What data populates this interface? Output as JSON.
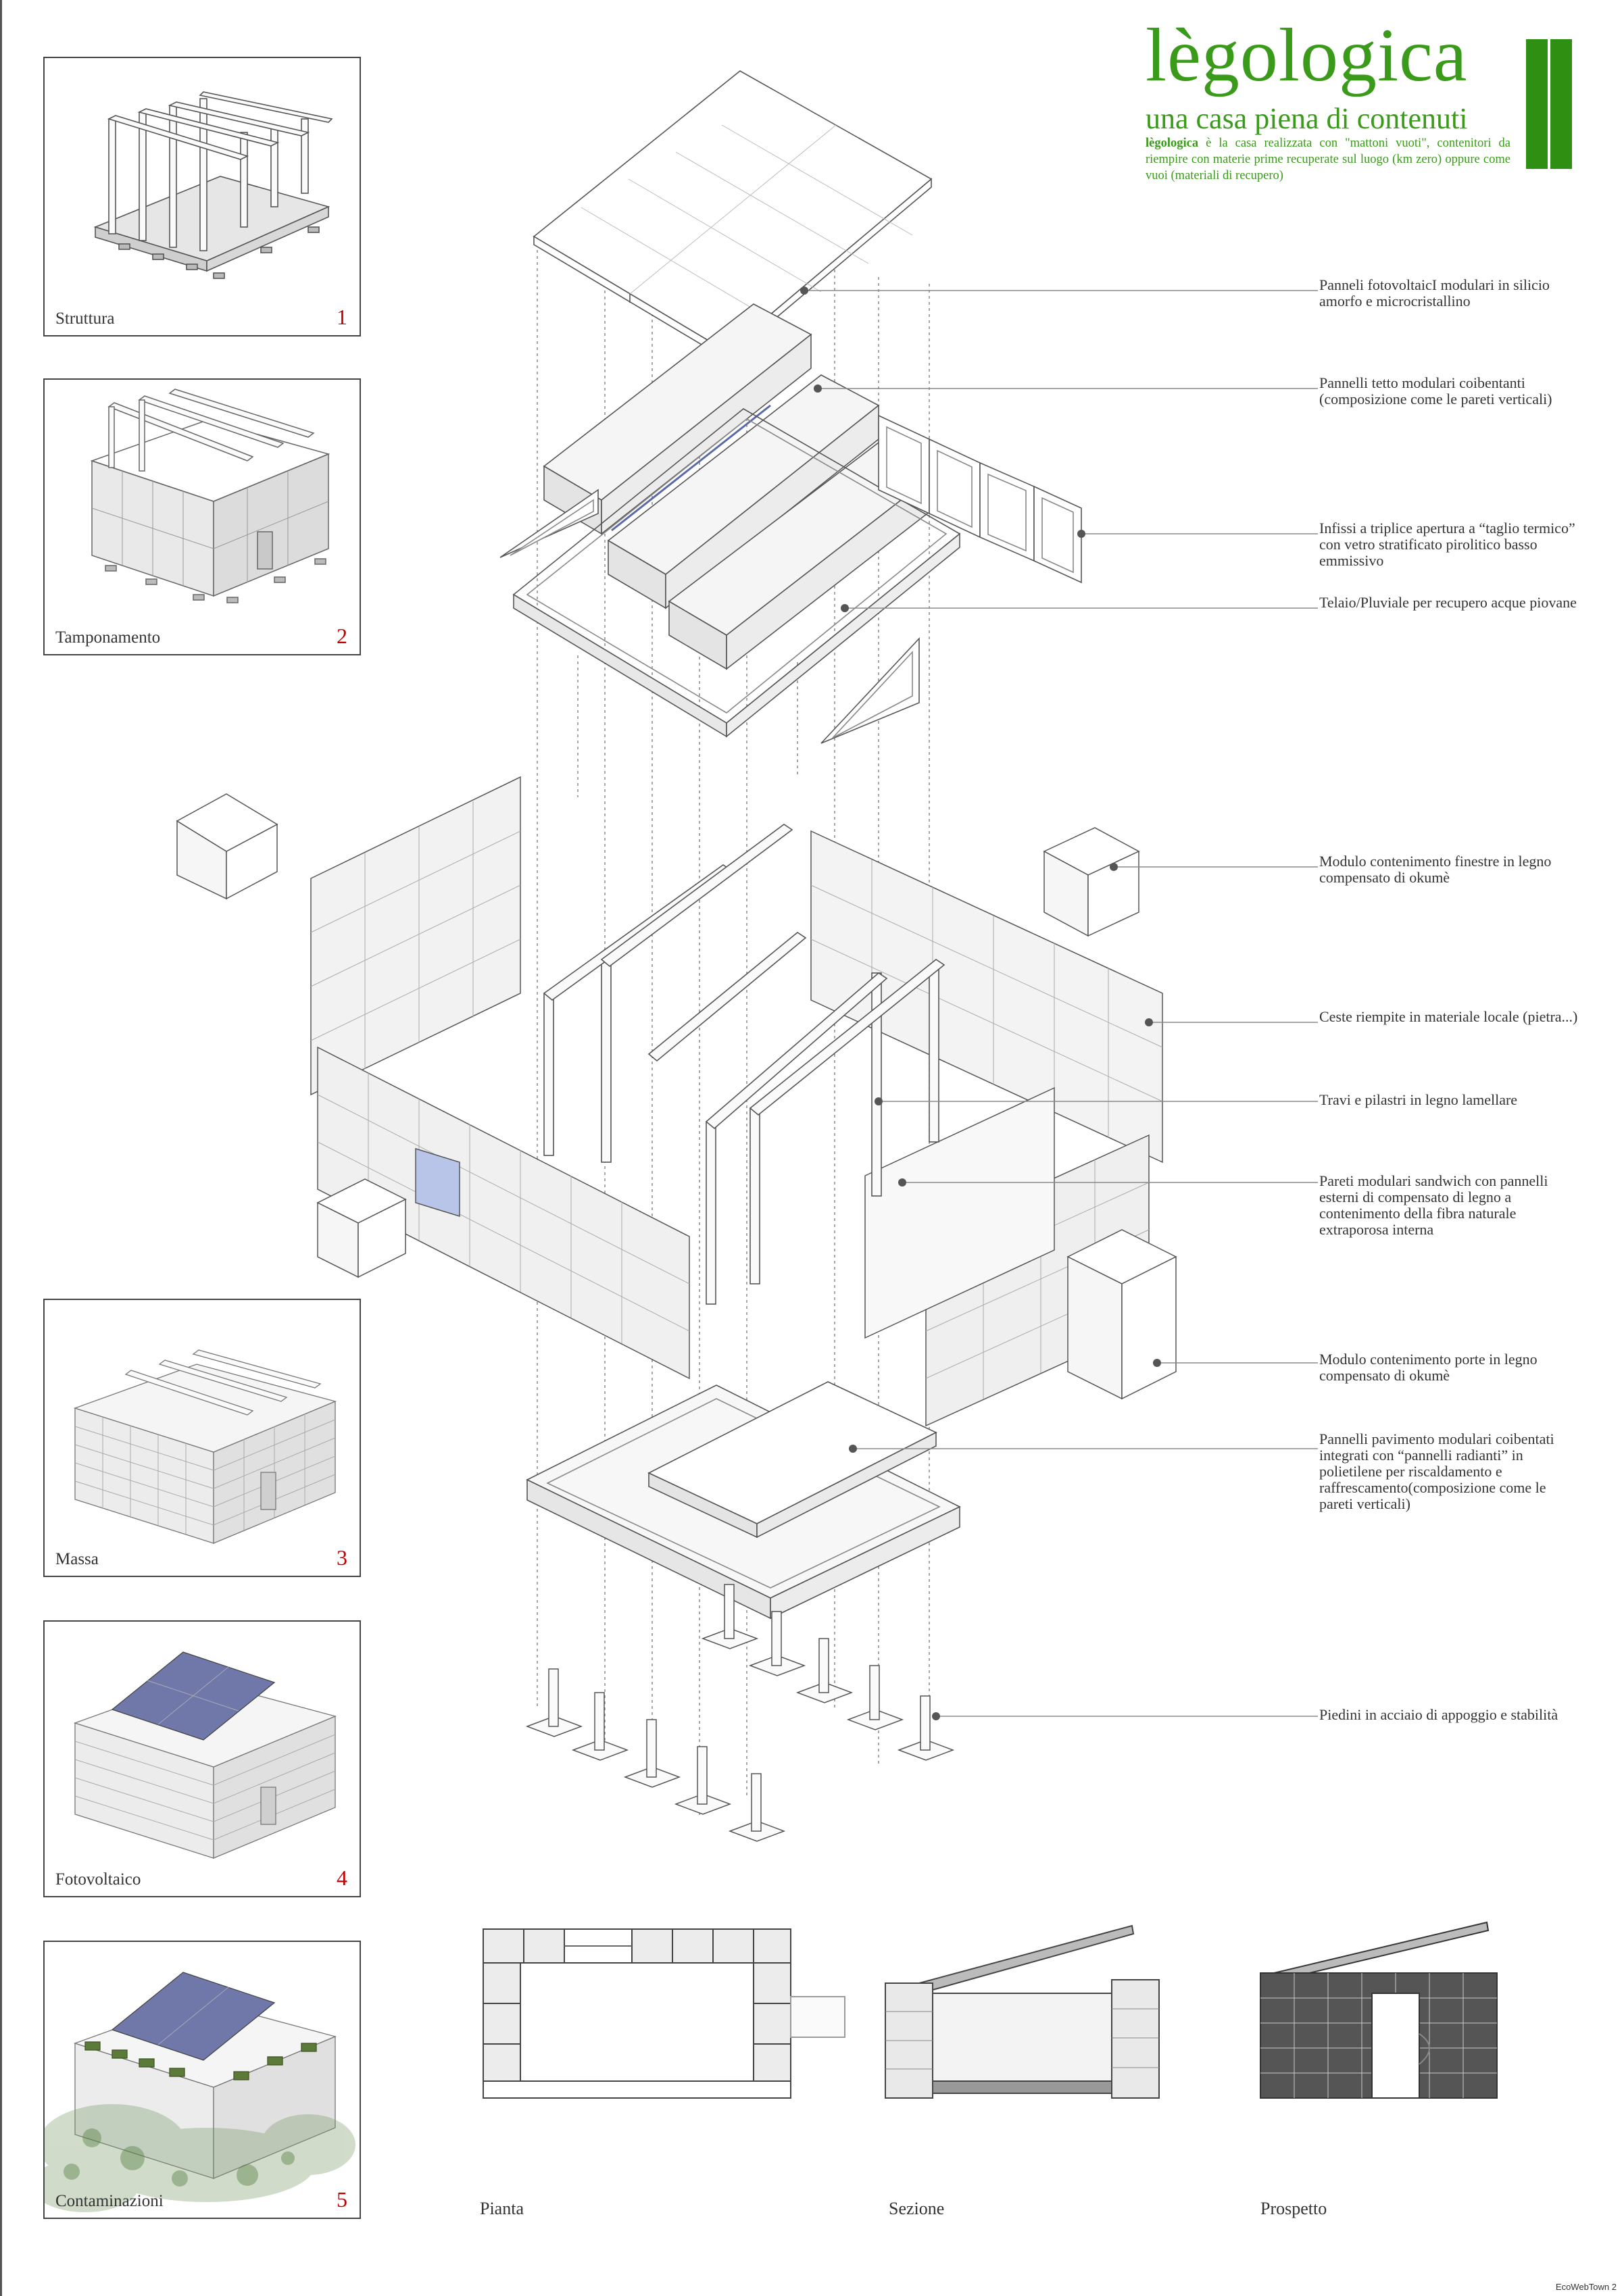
{
  "header": {
    "title": "lègologica",
    "subtitle": "una casa piena di contenuti",
    "desc_bold": "lègologica",
    "desc_text": " è la casa realizzata con \"mattoni vuoti\", contenitori da riempire con materie prime recuperate sul luogo (km zero) oppure come vuoi (materiali di recupero)"
  },
  "panels": [
    {
      "label": "Struttura",
      "number": "1"
    },
    {
      "label": "Tamponamento",
      "number": "2"
    },
    {
      "label": "Massa",
      "number": "3"
    },
    {
      "label": "Fotovoltaico",
      "number": "4"
    },
    {
      "label": "Contaminazioni",
      "number": "5"
    }
  ],
  "callouts": [
    {
      "text": "Panneli fotovoltaicI modulari in silicio amorfo e microcristallino"
    },
    {
      "text": "Pannelli tetto modulari coibentanti (composizione come le pareti verticali)"
    },
    {
      "text": "Infissi a triplice apertura a “taglio termico” con vetro stratificato pirolitico basso emmissivo"
    },
    {
      "text": "Telaio/Pluviale per recupero acque piovane"
    },
    {
      "text": "Modulo contenimento finestre in legno compensato di okumè"
    },
    {
      "text": "Ceste riempite in materiale locale (pietra...)"
    },
    {
      "text": "Travi e pilastri in legno lamellare"
    },
    {
      "text": "Pareti modulari sandwich con pannelli esterni di compensato di legno a contenimento della fibra naturale extraporosa interna"
    },
    {
      "text": "Modulo contenimento porte in legno compensato di okumè"
    },
    {
      "text": "Pannelli pavimento modulari coibentati integrati con “pannelli radianti” in polietilene per riscaldamento e raffrescamento(composizione come le pareti verticali)"
    },
    {
      "text": "Piedini in acciaio di appoggio e stabilità"
    }
  ],
  "drawings": [
    {
      "label": "Pianta"
    },
    {
      "label": "Sezione"
    },
    {
      "label": "Prospetto"
    }
  ],
  "footer": "EcoWebTown 2",
  "colors": {
    "brand_green": "#3a9a1a",
    "number_red": "#c00000",
    "pv_blue": "#6f78a8"
  }
}
